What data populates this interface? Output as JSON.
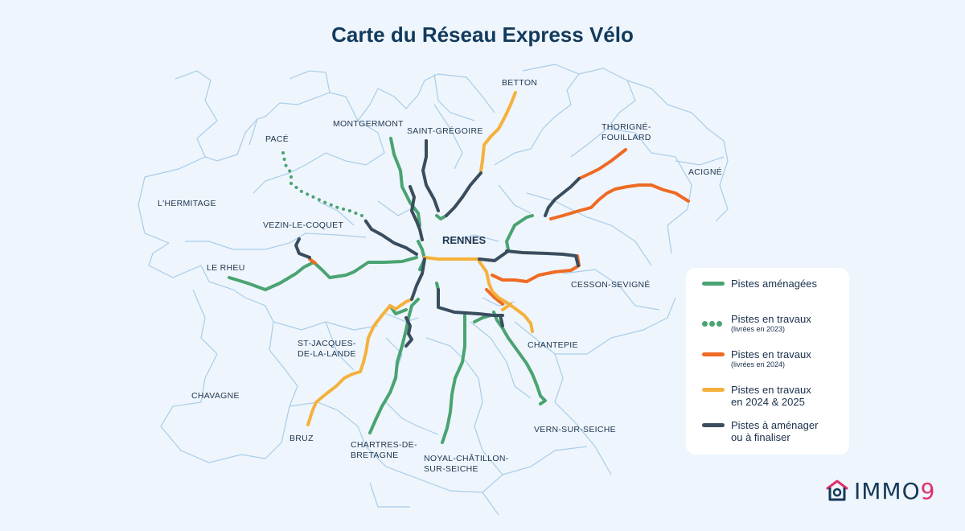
{
  "title": "Carte du Réseau Express Vélo",
  "center_label": "RENNES",
  "communes": [
    {
      "name": "BETTON"
    },
    {
      "name": "MONTGERMONT"
    },
    {
      "name": "SAINT-GRÉGOIRE"
    },
    {
      "name": "THORIGNÉ-",
      "name2": "FOUILLARD"
    },
    {
      "name": "PACÉ"
    },
    {
      "name": "ACIGNÉ"
    },
    {
      "name": "L'HERMITAGE"
    },
    {
      "name": "VEZIN-LE-COQUET"
    },
    {
      "name": "LE RHEU"
    },
    {
      "name": "CESSON-SEVIGNÉ"
    },
    {
      "name": "CHANTEPIE"
    },
    {
      "name": "ST-JACQUES-",
      "name2": "DE-LA-LANDE"
    },
    {
      "name": "CHAVAGNE"
    },
    {
      "name": "BRUZ"
    },
    {
      "name": "CHARTRES-DE-",
      "name2": "BRETAGNE"
    },
    {
      "name": "NOYAL-CHÂTILLON-",
      "name2": "SUR-SEICHE"
    },
    {
      "name": "VERN-SUR-SEICHE"
    }
  ],
  "legend": [
    {
      "label": "Pistes aménagées",
      "sub": "",
      "style": "solid",
      "color": "#4aa372"
    },
    {
      "label": "Pistes en travaux",
      "sub": "(livrées en 2023)",
      "style": "dotted",
      "color": "#4aa372"
    },
    {
      "label": "Pistes en travaux",
      "sub": "(livrées en 2024)",
      "style": "solid",
      "color": "#ef6a24"
    },
    {
      "label": "Pistes en travaux",
      "label2": "en 2024 & 2025",
      "sub": "",
      "style": "solid",
      "color": "#f4b13c"
    },
    {
      "label": "Pistes à aménager",
      "label2": "ou à finaliser",
      "sub": "",
      "style": "solid",
      "color": "#3a4d5e"
    }
  ],
  "colors": {
    "green": "#4aa372",
    "orange": "#ef6a24",
    "yellow": "#f4b13c",
    "dark": "#3a4d5e",
    "boundary": "#a9cde8",
    "background": "#eef5fc"
  },
  "logo": {
    "text": "IMMO",
    "nine": "9"
  }
}
